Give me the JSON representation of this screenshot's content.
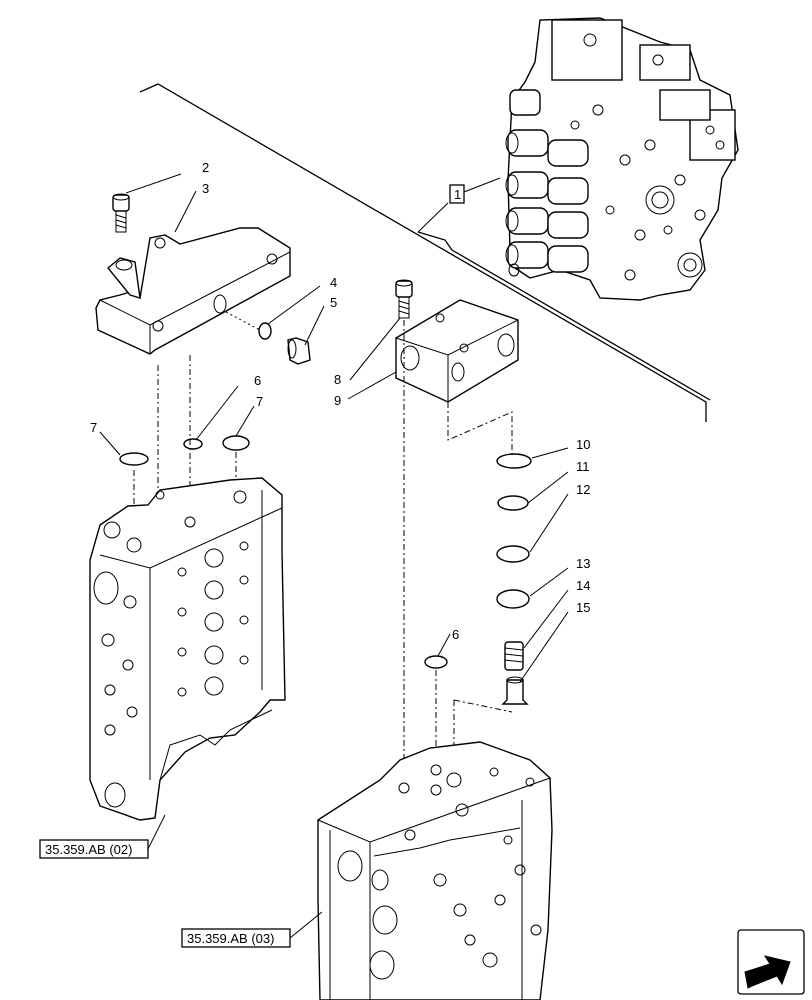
{
  "callouts": {
    "c1": "1",
    "c2": "2",
    "c3": "3",
    "c4": "4",
    "c5": "5",
    "c6a": "6",
    "c6b": "6",
    "c7a": "7",
    "c7b": "7",
    "c8": "8",
    "c9": "9",
    "c10": "10",
    "c11": "11",
    "c12": "12",
    "c13": "13",
    "c14": "14",
    "c15": "15"
  },
  "references": {
    "left": "35.359.AB (02)",
    "right": "35.359.AB (03)"
  },
  "icons": {
    "navigation": "arrow-back-icon"
  }
}
